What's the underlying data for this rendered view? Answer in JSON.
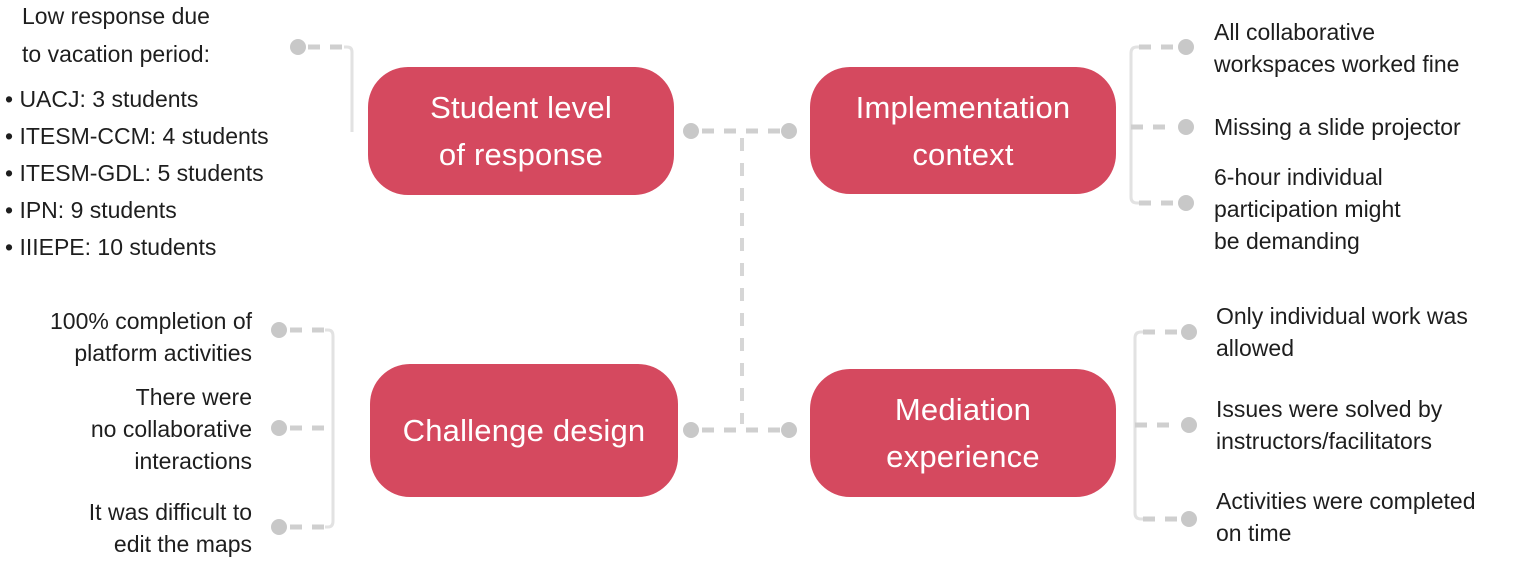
{
  "colors": {
    "accent": "#d5495f",
    "connector_dash": "#cfcfcf",
    "connector_dot": "#c8c8c8",
    "bracket_line": "#e2e2e2",
    "text": "#1e1e1e"
  },
  "nodes": {
    "student_response": {
      "label": "Student level of response",
      "lines": [
        "Student level",
        "of response"
      ]
    },
    "implementation_context": {
      "label": "Implementation context",
      "lines": [
        "Implementation",
        "context"
      ]
    },
    "challenge_design": {
      "label": "Challenge design",
      "lines": [
        "Challenge design"
      ]
    },
    "mediation_experience": {
      "label": "Mediation experience",
      "lines": [
        "Mediation",
        "experience"
      ]
    }
  },
  "annotations": {
    "student_response_note": {
      "heading_lines": [
        "Low response due",
        "to vacation period:"
      ],
      "bullets": [
        "• UACJ: 3 students",
        "• ITESM-CCM: 4 students",
        "• ITESM-GDL: 5 students",
        "• IPN: 9 students",
        "• IIIEPE: 10 students"
      ]
    },
    "implementation_notes": [
      {
        "lines": [
          "All collaborative",
          "workspaces worked fine"
        ]
      },
      {
        "lines": [
          "Missing a slide projector"
        ]
      },
      {
        "lines": [
          "6-hour individual",
          "participation might",
          "be demanding"
        ]
      }
    ],
    "challenge_notes": [
      {
        "lines": [
          "100% completion of",
          "platform activities"
        ]
      },
      {
        "lines": [
          "There were",
          "no collaborative",
          "interactions"
        ]
      },
      {
        "lines": [
          "It was difficult to",
          "edit the maps"
        ]
      }
    ],
    "mediation_notes": [
      {
        "lines": [
          "Only individual work was",
          "allowed"
        ]
      },
      {
        "lines": [
          "Issues were solved by",
          "instructors/facilitators"
        ]
      },
      {
        "lines": [
          "Activities were completed",
          "on time"
        ]
      }
    ]
  }
}
